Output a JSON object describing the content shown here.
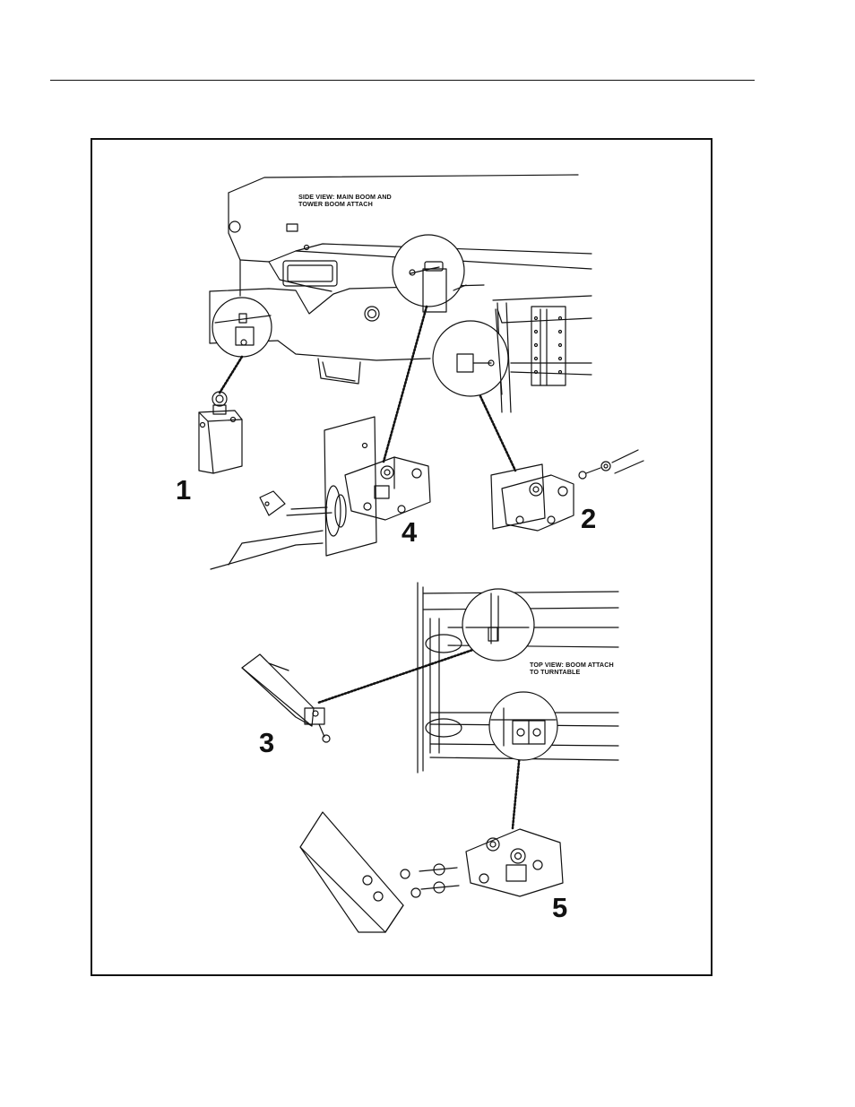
{
  "figure": {
    "side_view_caption": "SIDE VIEW: MAIN BOOM AND\nTOWER BOOM ATTACH",
    "top_view_caption": "TOP VIEW: BOOM ATTACH\nTO TURNTABLE",
    "callouts": [
      "1",
      "4",
      "2",
      "3",
      "5"
    ]
  }
}
